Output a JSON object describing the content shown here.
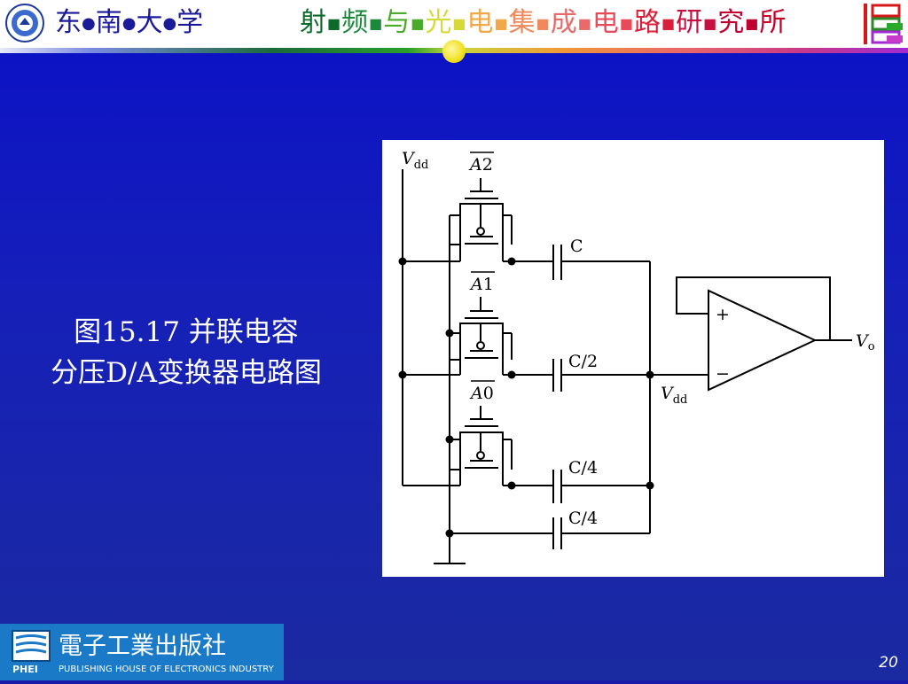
{
  "header": {
    "university": [
      "东",
      "南",
      "大",
      "学"
    ],
    "institute": [
      {
        "char": "射",
        "color": "#0a6a2a"
      },
      {
        "char": "频",
        "color": "#1a8a3a"
      },
      {
        "char": "与",
        "color": "#4aaa2a"
      },
      {
        "char": "光",
        "color": "#d8d838"
      },
      {
        "char": "电",
        "color": "#f0a848"
      },
      {
        "char": "集",
        "color": "#f08a5a"
      },
      {
        "char": "成",
        "color": "#e86a6a"
      },
      {
        "char": "电",
        "color": "#e84a5a"
      },
      {
        "char": "路",
        "color": "#d8203a"
      },
      {
        "char": "研",
        "color": "#c81040"
      },
      {
        "char": "究",
        "color": "#c00030"
      },
      {
        "char": "所",
        "color": "#c80028"
      }
    ]
  },
  "caption": {
    "line1": "图15.17 并联电容",
    "line2": "分压D/A变换器电路图"
  },
  "circuit": {
    "vdd_top_main": "V",
    "vdd_top_sub": "dd",
    "bit2_main": "A",
    "bit2_sub": "2",
    "bit1_main": "A",
    "bit1_sub": "1",
    "bit0_main": "A",
    "bit0_sub": "0",
    "cap_c": "C",
    "cap_c2": "C/2",
    "cap_c4a": "C/4",
    "cap_c4b": "C/4",
    "opamp_plus": "+",
    "opamp_minus": "−",
    "vo_main": "V",
    "vo_sub": "o",
    "vdd_mid_main": "V",
    "vdd_mid_sub": "dd"
  },
  "footer": {
    "publisher_cn": "電子工業出版社",
    "publisher_en": "PUBLISHING HOUSE OF ELECTRONICS INDUSTRY",
    "publisher_abbr": "PHEI",
    "page_number": "20"
  },
  "colors": {
    "background": "#1620b8",
    "header_bg": "#ffffff",
    "caption_text": "#ffffff",
    "footer_bg": "#1a7ac8"
  }
}
